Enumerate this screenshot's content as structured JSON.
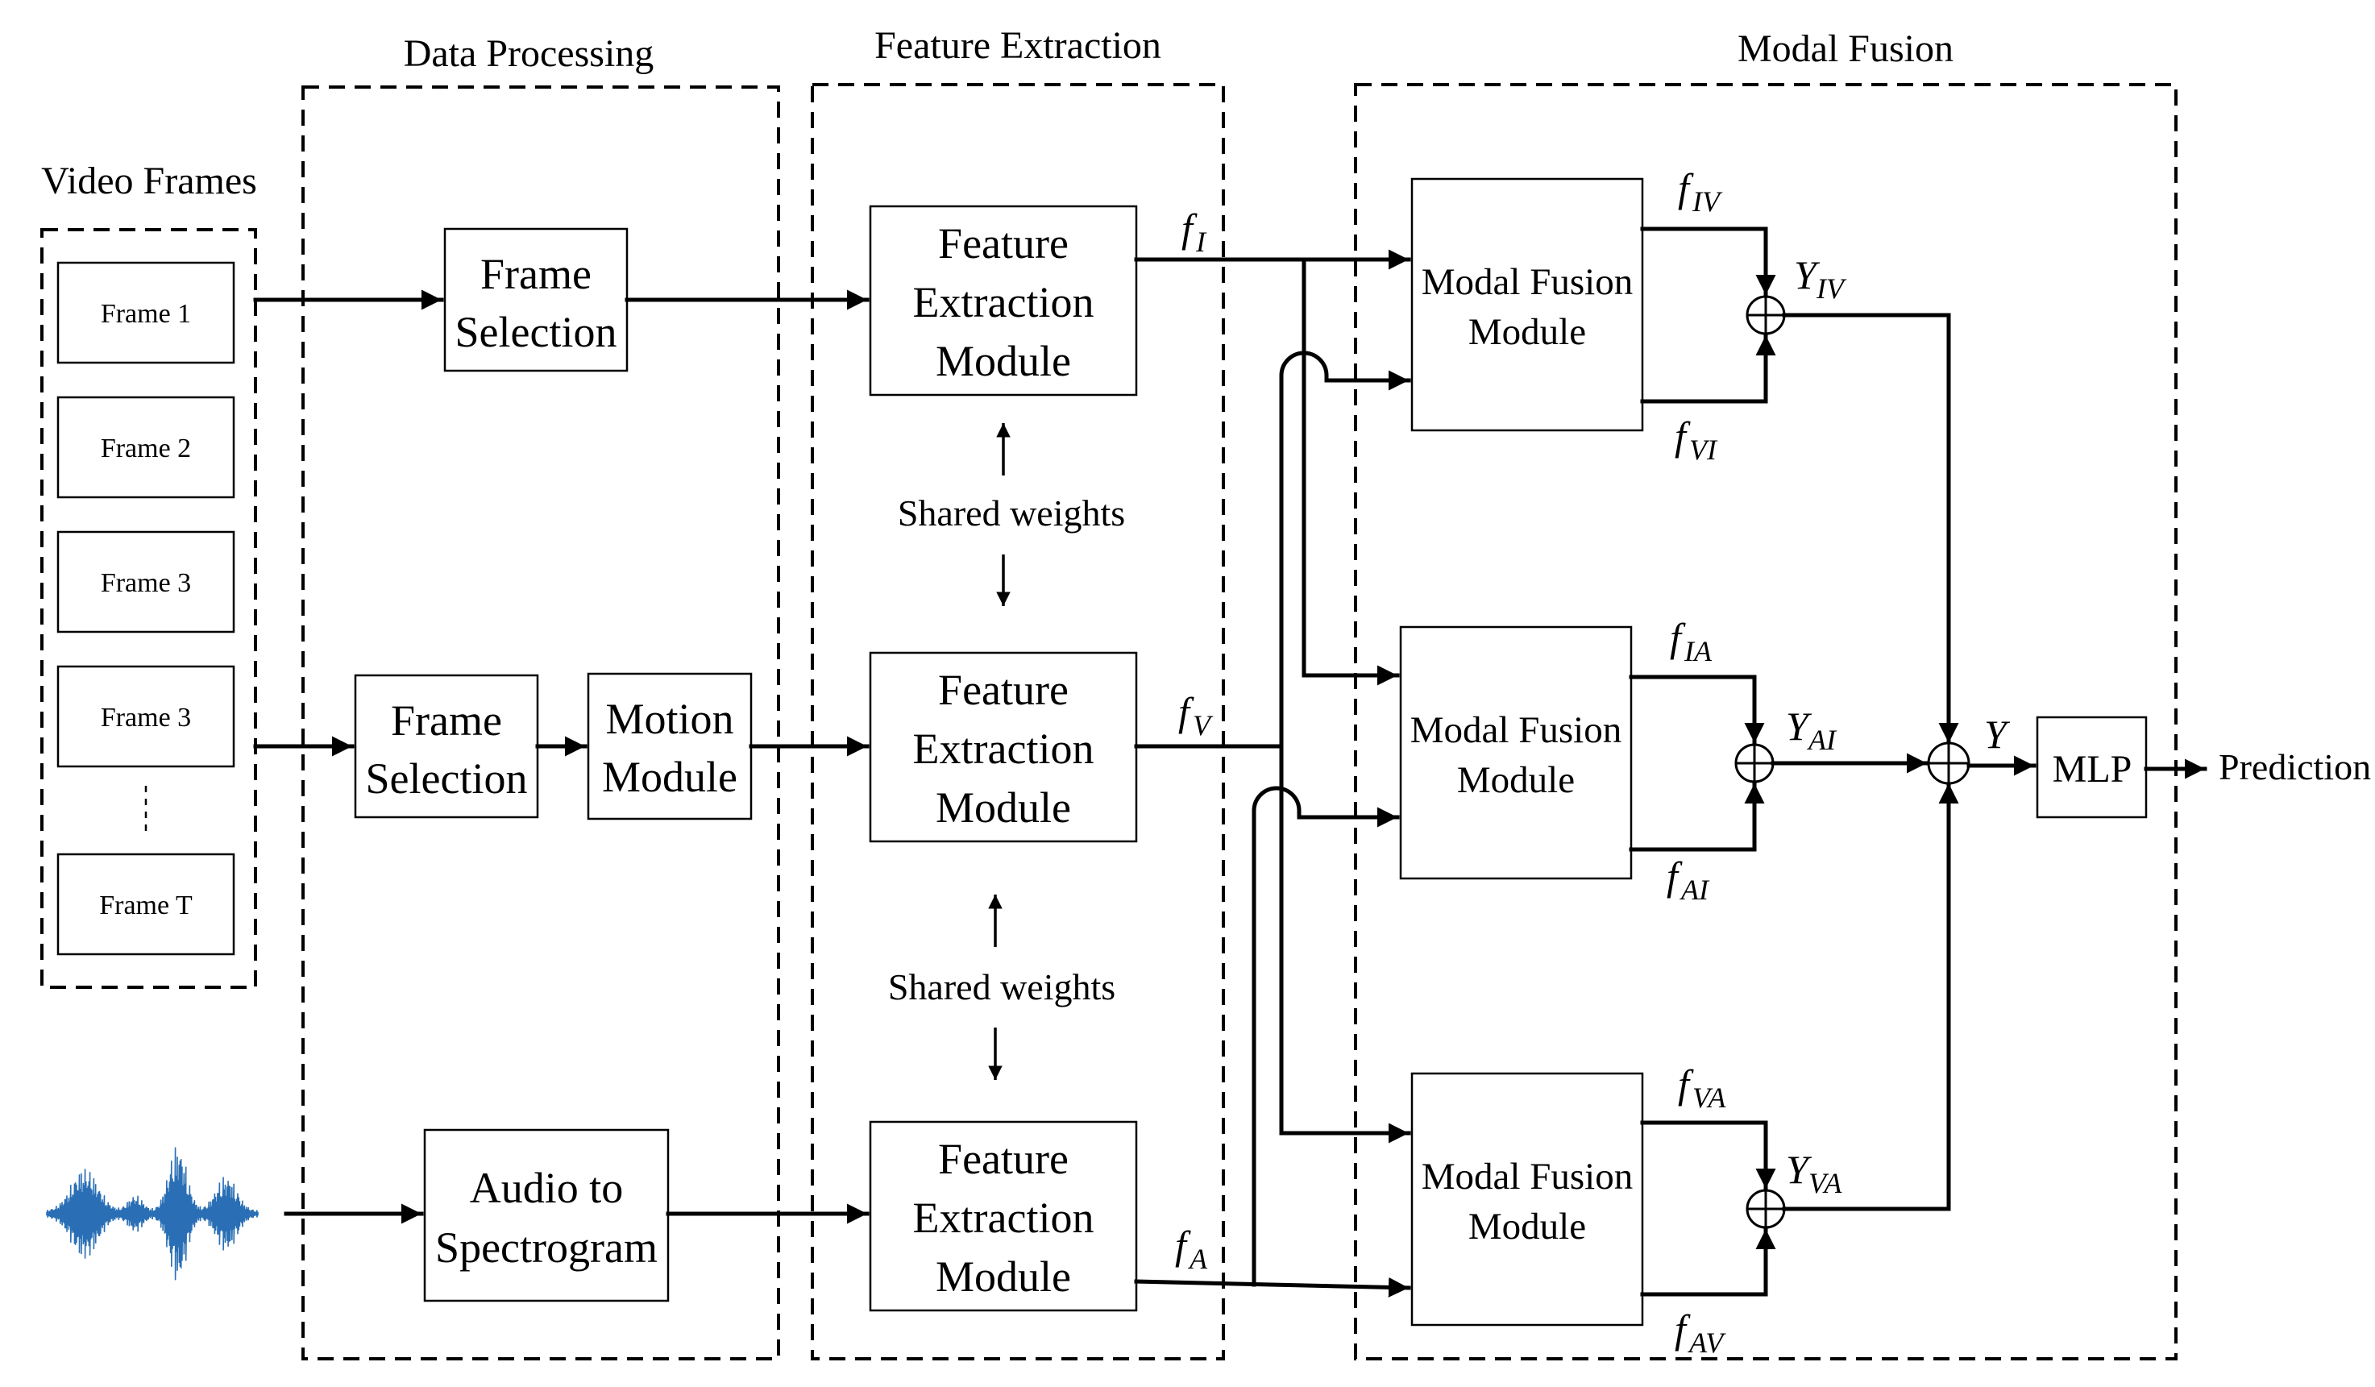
{
  "sections": {
    "data_processing": "Data Processing",
    "feature_extraction": "Feature Extraction",
    "modal_fusion": "Modal Fusion"
  },
  "video": {
    "title": "Video Frames",
    "frames": [
      "Frame 1",
      "Frame 2",
      "Frame 3",
      "Frame 3",
      "Frame T"
    ]
  },
  "processing": {
    "frame_selection_1": [
      "Frame",
      "Selection"
    ],
    "frame_selection_2": [
      "Frame",
      "Selection"
    ],
    "motion_module": [
      "Motion",
      "Module"
    ],
    "audio_to_spectrogram": [
      "Audio to",
      "Spectrogram"
    ]
  },
  "extraction": {
    "module_label": [
      "Feature",
      "Extraction",
      "Module"
    ],
    "shared_weights_1": "Shared weights",
    "shared_weights_2": "Shared weights"
  },
  "fusion": {
    "module_label": [
      "Modal Fusion",
      "Module"
    ],
    "mlp": "MLP",
    "prediction": "Prediction"
  },
  "symbols": {
    "f": "f",
    "Y": "Y",
    "f_I_sub": "I",
    "f_V_sub": "V",
    "f_A_sub": "A",
    "f_IV_sub": "IV",
    "f_VI_sub": "VI",
    "f_IA_sub": "IA",
    "f_AI_sub": "AI",
    "f_VA_sub": "VA",
    "f_AV_sub": "AV",
    "Y_IV_sub": "IV",
    "Y_AI_sub": "AI",
    "Y_VA_sub": "VA"
  },
  "icons": {
    "audio_waveform": "audio-waveform-icon",
    "sum_node": "circled-plus-icon"
  },
  "colors": {
    "waveform": "#2a6fb5",
    "line": "#000000"
  }
}
